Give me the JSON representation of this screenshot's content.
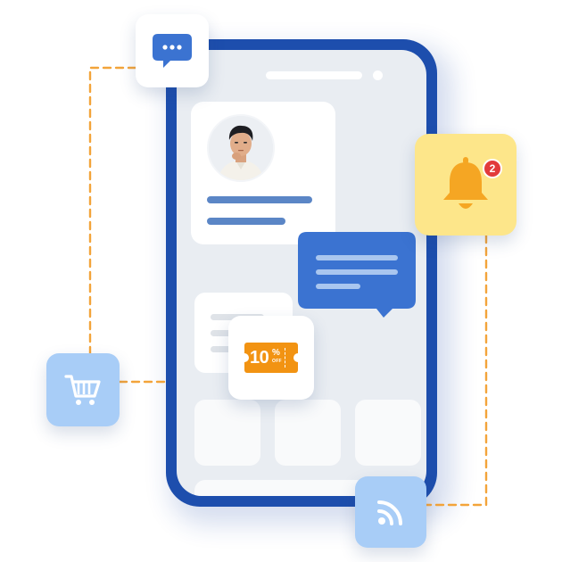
{
  "illustration": {
    "notification_count": "2",
    "coupon": {
      "number": "10",
      "percent_sign": "%",
      "off_label": "OFF"
    },
    "icons": [
      "chat-icon",
      "bell-icon",
      "coupon-icon",
      "cart-icon",
      "rss-icon",
      "avatar-photo"
    ],
    "colors": {
      "phone_frame": "#1d4ead",
      "screen": "#e9edf2",
      "accent_blue": "#3b73d1",
      "connector": "#f3a43a",
      "bell_tile": "#fde68a",
      "bell_icon": "#f5a623",
      "badge": "#e23b3b",
      "coupon": "#f29312",
      "light_blue_tile": "#a8cdf7"
    }
  }
}
